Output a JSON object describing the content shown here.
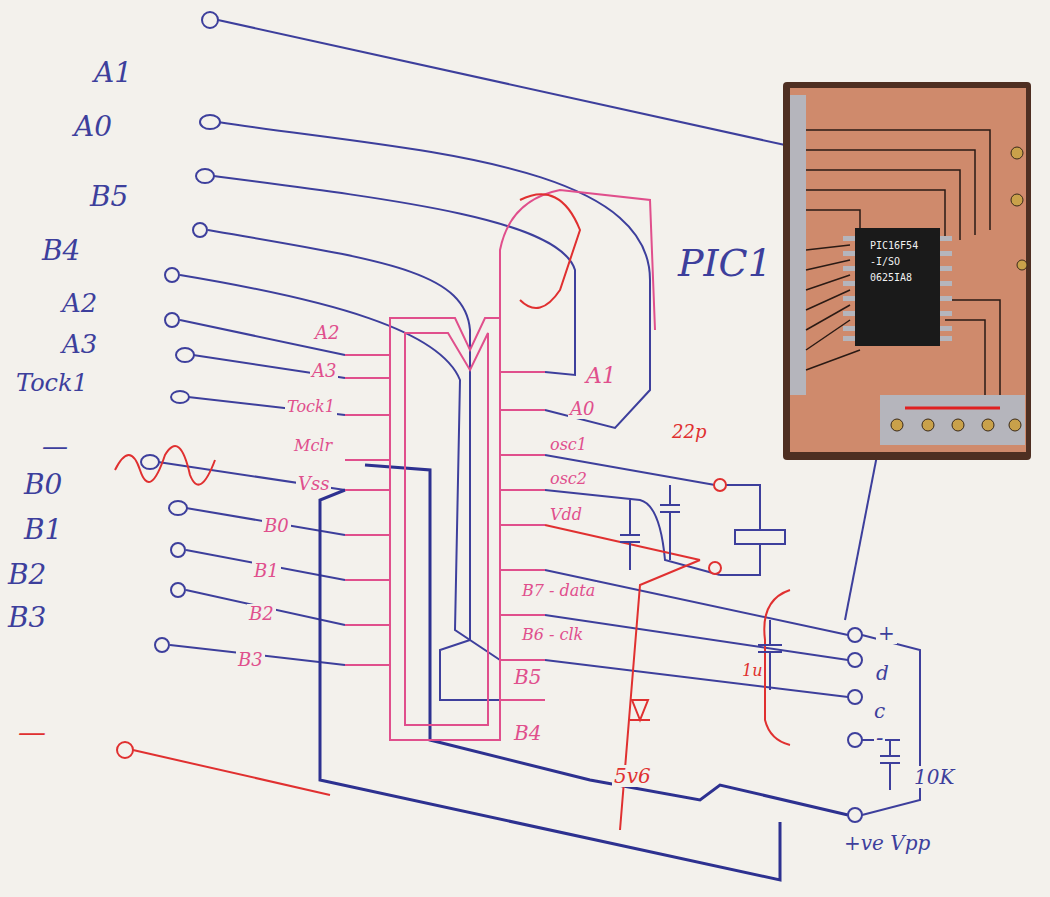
{
  "diagram": {
    "labels": [
      "A1",
      "A0",
      "B5",
      "B4",
      "A2",
      "A3",
      "Tock1",
      "—",
      "B0",
      "B1",
      "B2",
      "B3",
      "—",
      "A2",
      "A3",
      "Tock1",
      "Mclr",
      "Vss",
      "B0",
      "B1",
      "B2",
      "B3",
      "A1",
      "A0",
      "osc1",
      "osc2",
      "Vdd",
      "B7 - data",
      "B6 - clk",
      "B5",
      "B4",
      "22p",
      "5v6",
      "1u",
      "PIC1",
      "+",
      "d",
      "c",
      "-",
      "10K",
      "+ve Vpp",
      "PIC16F54",
      "-I/SO",
      "0625IA8"
    ]
  }
}
